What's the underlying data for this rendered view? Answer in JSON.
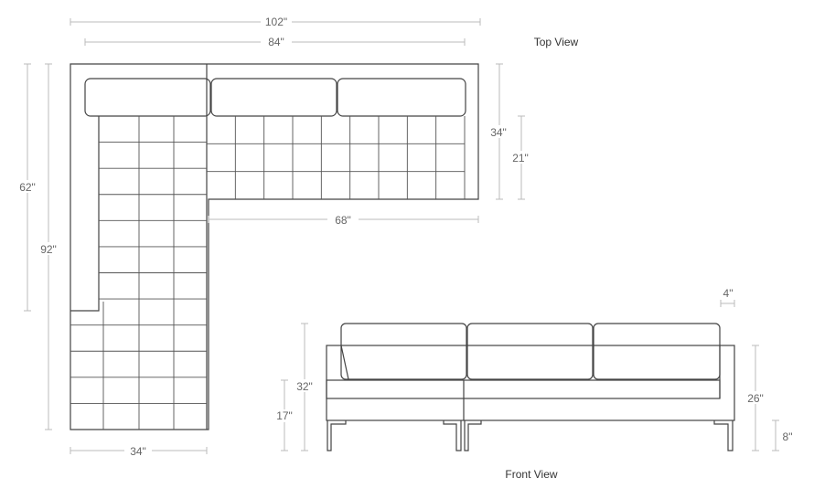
{
  "top_view": {
    "title": "Top View",
    "dims": {
      "overall_width": "102\"",
      "inner_width": "84\"",
      "sofa_seat_width": "68\"",
      "depth": "34\"",
      "seat_depth": "21\"",
      "chaise_seat_length": "62\"",
      "overall_length": "92\"",
      "chaise_width": "34\""
    }
  },
  "front_view": {
    "title": "Front View",
    "dims": {
      "arm_width": "4\"",
      "overall_height": "32\"",
      "seat_height": "17\"",
      "arm_height": "26\"",
      "leg_height": "8\""
    }
  }
}
